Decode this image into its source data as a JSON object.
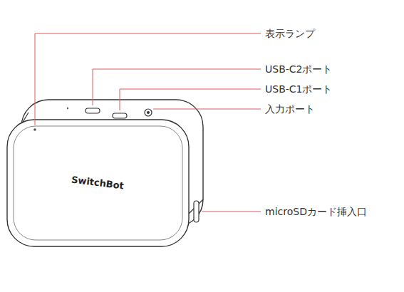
{
  "diagram": {
    "labels": [
      "表示ランプ",
      "USB-C2ポート",
      "USB-C1ポート",
      "入力ポート",
      "SwitchBot",
      "microSDカード挿入口"
    ]
  }
}
